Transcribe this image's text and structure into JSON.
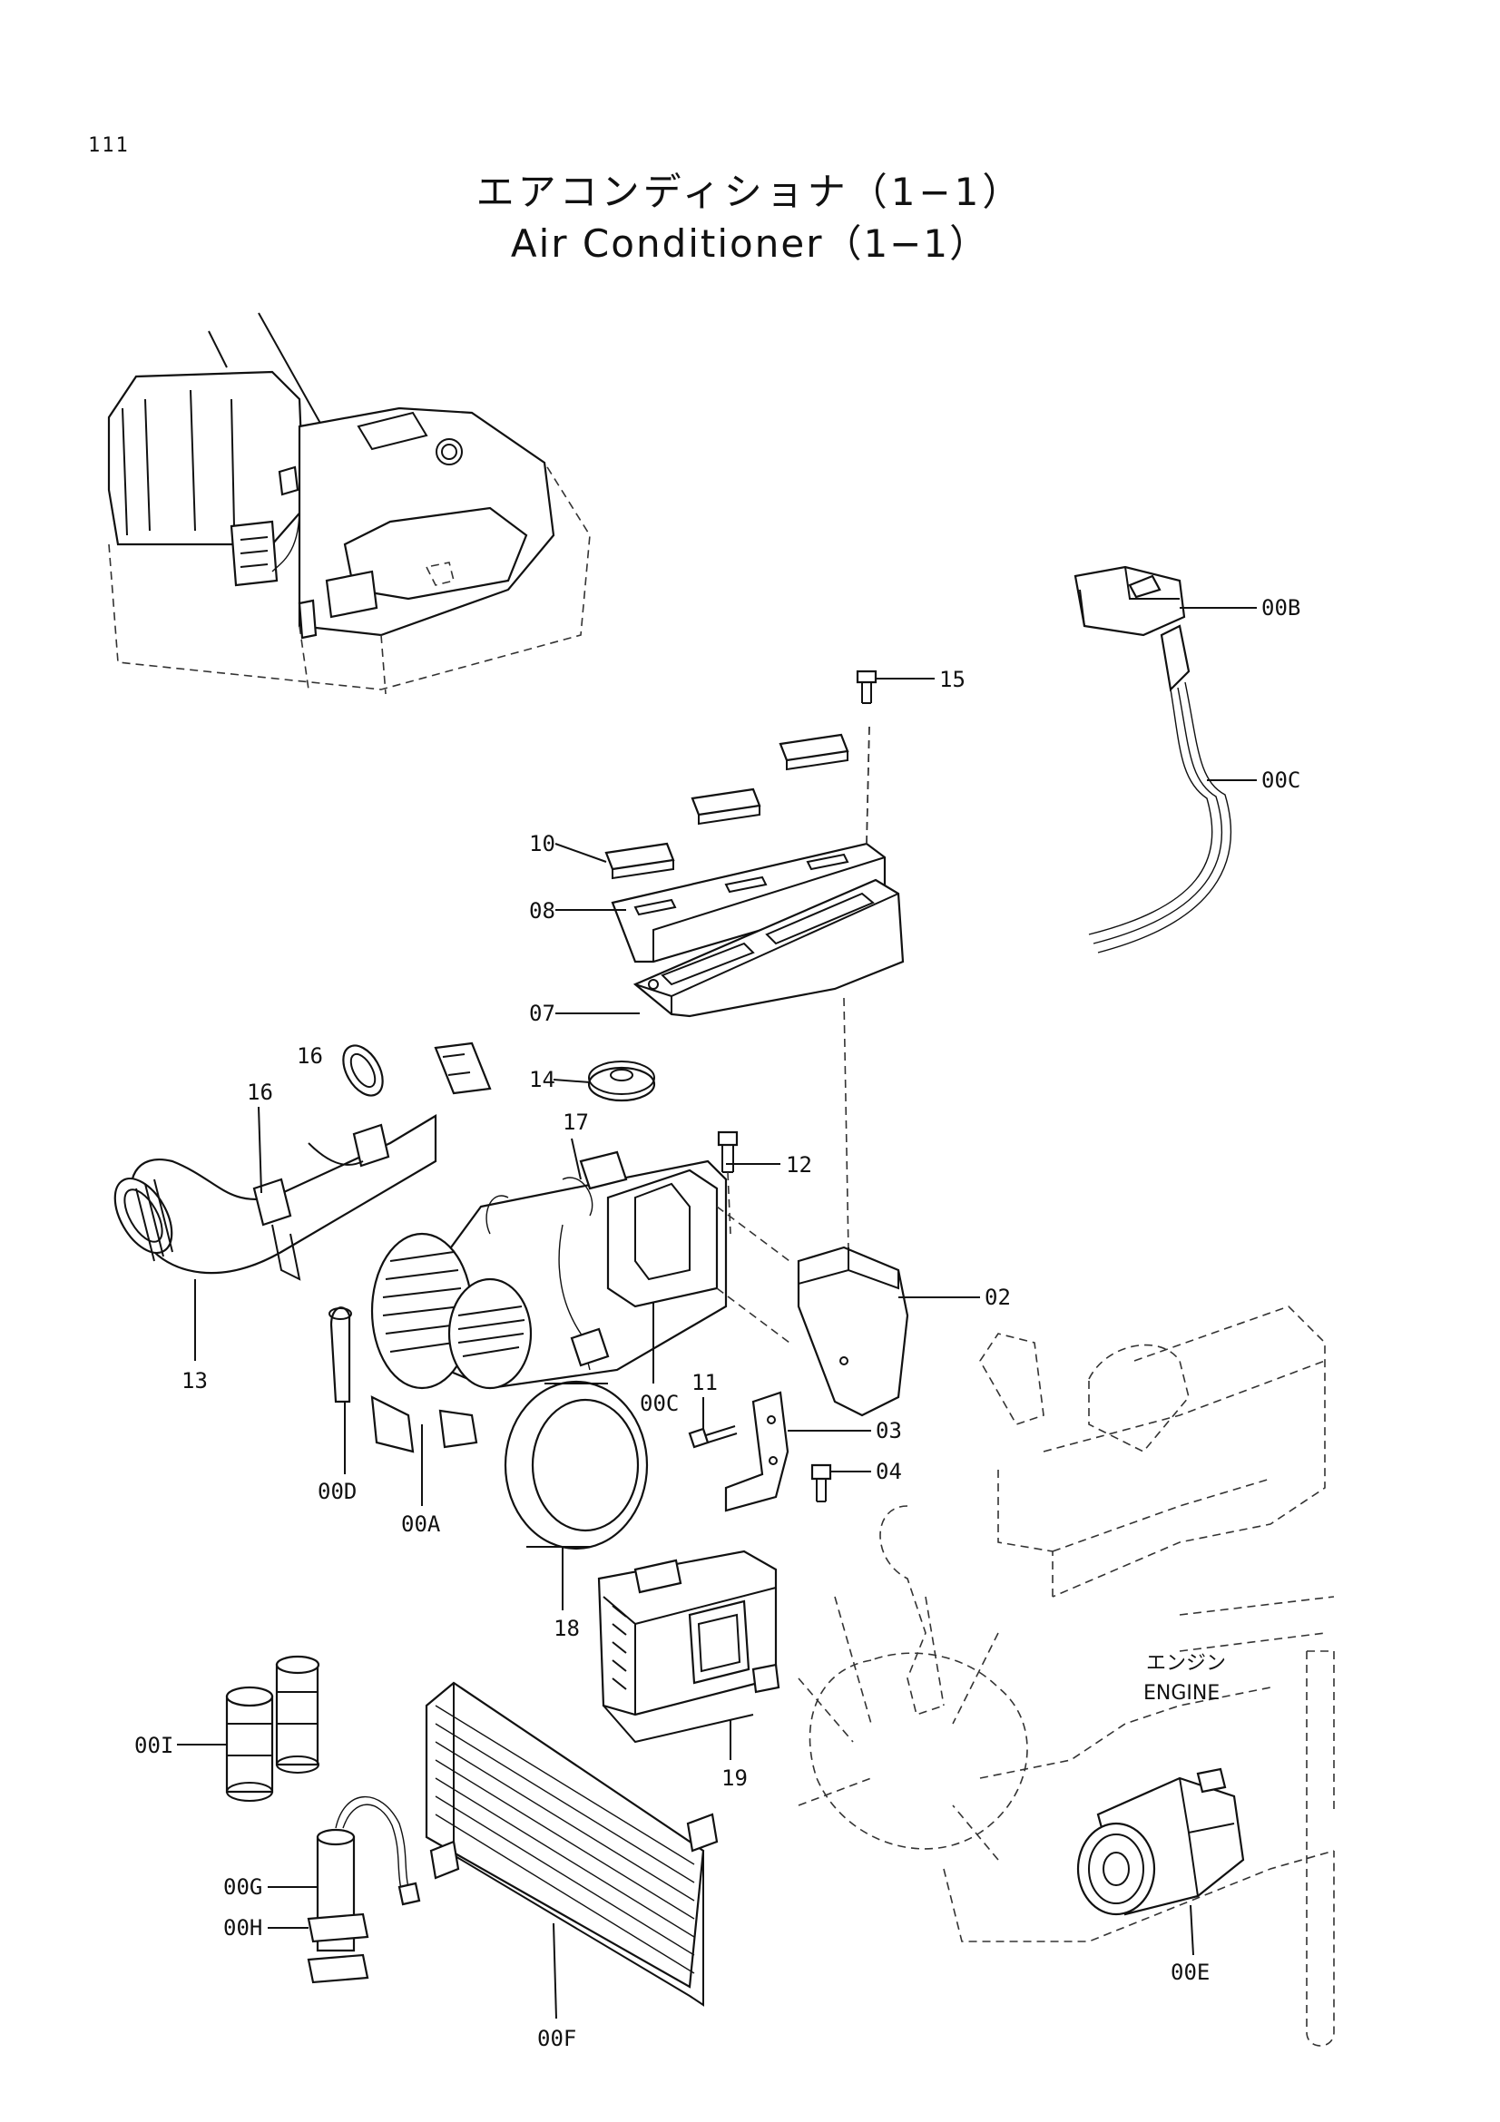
{
  "page": {
    "number": "111"
  },
  "title": {
    "japanese": "エアコンディショナ（1−1）",
    "english": "Air Conditioner（1−1）"
  },
  "notes": {
    "engine_jp": "エンジン",
    "engine_en": "ENGINE"
  },
  "callouts": [
    {
      "id": "00B",
      "text": "00B"
    },
    {
      "id": "15",
      "text": "15"
    },
    {
      "id": "00C-top",
      "text": "00C"
    },
    {
      "id": "10",
      "text": "10"
    },
    {
      "id": "08",
      "text": "08"
    },
    {
      "id": "07",
      "text": "07"
    },
    {
      "id": "14",
      "text": "14"
    },
    {
      "id": "16a",
      "text": "16"
    },
    {
      "id": "16b",
      "text": "16"
    },
    {
      "id": "17",
      "text": "17"
    },
    {
      "id": "12",
      "text": "12"
    },
    {
      "id": "02",
      "text": "02"
    },
    {
      "id": "13",
      "text": "13"
    },
    {
      "id": "11",
      "text": "11"
    },
    {
      "id": "00C-mid",
      "text": "00C"
    },
    {
      "id": "03",
      "text": "03"
    },
    {
      "id": "04",
      "text": "04"
    },
    {
      "id": "00D",
      "text": "00D"
    },
    {
      "id": "00A",
      "text": "00A"
    },
    {
      "id": "18",
      "text": "18"
    },
    {
      "id": "19",
      "text": "19"
    },
    {
      "id": "00I",
      "text": "00I"
    },
    {
      "id": "00G",
      "text": "00G"
    },
    {
      "id": "00H",
      "text": "00H"
    },
    {
      "id": "00E",
      "text": "00E"
    },
    {
      "id": "00F",
      "text": "00F"
    }
  ]
}
